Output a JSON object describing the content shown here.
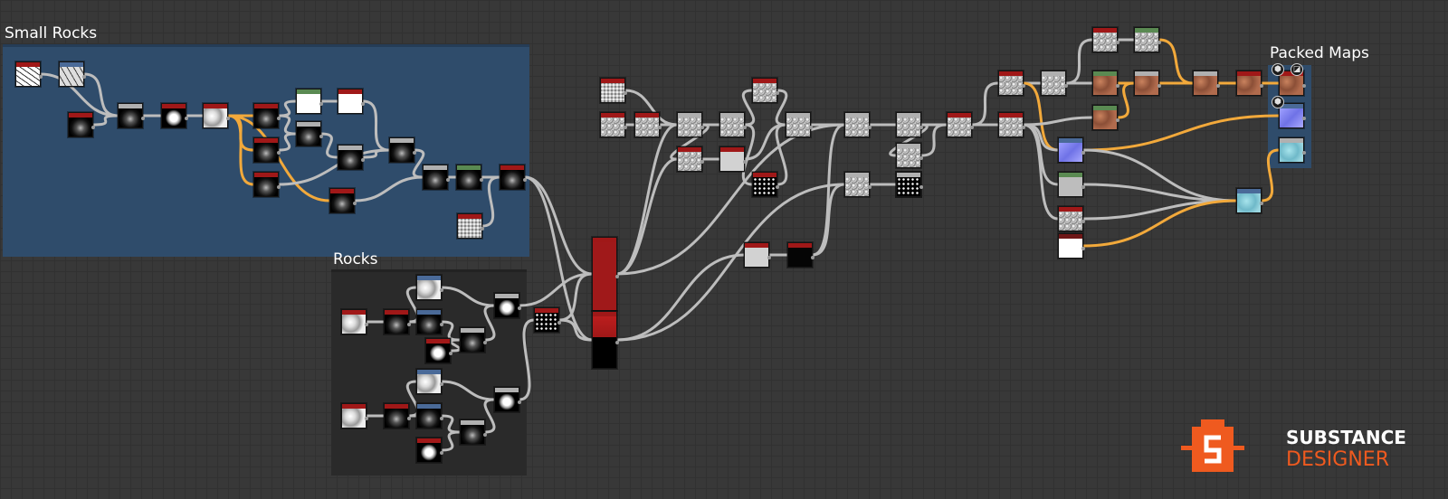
{
  "frames": [
    {
      "id": "small-rocks",
      "title": "Small Rocks",
      "color": "#2f4c6b"
    },
    {
      "id": "rocks",
      "title": "Rocks",
      "color": "#2a2a2a"
    },
    {
      "id": "packed-maps",
      "title": "Packed Maps",
      "color": "#2f4c6b"
    }
  ],
  "logo": {
    "line1": "SUBSTANCE",
    "line2": "DESIGNER",
    "brand_color": "#ef5a1f"
  },
  "palette": {
    "wire": "#bdbdbd",
    "wire_highlight": "#f2a93b",
    "header_red": "#a01818",
    "header_blue": "#4a6a98",
    "header_green": "#5a8a52",
    "header_gray": "#b0b0b0",
    "header_dark_red": "#6e1717"
  },
  "nodes": [
    {
      "id": "n1",
      "header": "header_red",
      "thumb": "t-crack",
      "icon": "crack-pattern-icon"
    },
    {
      "id": "n2",
      "header": "header_blue",
      "thumb": "t-cells",
      "icon": "cells-pattern-icon"
    },
    {
      "id": "n3",
      "header": "header_red",
      "thumb": "t-dark",
      "icon": "shape-icon"
    },
    {
      "id": "n4",
      "header": "header_gray",
      "thumb": "t-dark",
      "icon": "blur-icon"
    },
    {
      "id": "n5",
      "header": "header_red",
      "thumb": "t-blob",
      "icon": "mask-icon"
    },
    {
      "id": "n6",
      "header": "header_red",
      "thumb": "t-cloud",
      "icon": "distance-icon"
    },
    {
      "id": "n7",
      "header": "header_red",
      "thumb": "t-dark",
      "icon": "splatter-icon"
    },
    {
      "id": "n8",
      "header": "header_red",
      "thumb": "t-dark",
      "icon": "splatter-icon"
    },
    {
      "id": "n9",
      "header": "header_red",
      "thumb": "t-dark",
      "icon": "splatter-icon"
    },
    {
      "id": "n10",
      "header": "header_green",
      "thumb": "t-white",
      "icon": "fill-icon"
    },
    {
      "id": "n11",
      "header": "header_red",
      "thumb": "t-white",
      "icon": "mask-icon"
    },
    {
      "id": "n12",
      "header": "header_gray",
      "thumb": "t-dark",
      "icon": "blend-icon"
    },
    {
      "id": "n13",
      "header": "header_gray",
      "thumb": "t-dark",
      "icon": "blend-icon"
    },
    {
      "id": "n14",
      "header": "header_gray",
      "thumb": "t-dark",
      "icon": "blend-icon"
    },
    {
      "id": "n15",
      "header": "header_red",
      "thumb": "t-dark",
      "icon": "warp-icon"
    },
    {
      "id": "n16",
      "header": "header_gray",
      "thumb": "t-dark",
      "icon": "levels-icon"
    },
    {
      "id": "n17",
      "header": "header_green",
      "thumb": "t-dark",
      "icon": "levels-icon"
    },
    {
      "id": "n18",
      "header": "header_red",
      "thumb": "t-dark",
      "icon": "output-icon"
    },
    {
      "id": "n19",
      "header": "header_red",
      "thumb": "t-speckle",
      "icon": "noise-icon"
    },
    {
      "id": "n20",
      "header": "header_red",
      "thumb": "t-cloud",
      "icon": "clouds-icon"
    },
    {
      "id": "n21",
      "header": "header_red",
      "thumb": "t-dark",
      "icon": "warp-icon"
    },
    {
      "id": "n22",
      "header": "header_blue",
      "thumb": "t-cloud",
      "icon": "gradient-icon"
    },
    {
      "id": "n23",
      "header": "header_blue",
      "thumb": "t-dark",
      "icon": "gradient-icon"
    },
    {
      "id": "n24",
      "header": "header_red",
      "thumb": "t-blob",
      "icon": "shape-icon"
    },
    {
      "id": "n25",
      "header": "header_gray",
      "thumb": "t-dark",
      "icon": "blend-icon"
    },
    {
      "id": "n26",
      "header": "header_gray",
      "thumb": "t-blob",
      "icon": "blend-icon"
    },
    {
      "id": "n27",
      "header": "header_red",
      "thumb": "t-cloud",
      "icon": "clouds-icon"
    },
    {
      "id": "n28",
      "header": "header_red",
      "thumb": "t-dark",
      "icon": "warp-icon"
    },
    {
      "id": "n29",
      "header": "header_blue",
      "thumb": "t-cloud",
      "icon": "gradient-icon"
    },
    {
      "id": "n30",
      "header": "header_blue",
      "thumb": "t-dark",
      "icon": "gradient-icon"
    },
    {
      "id": "n31",
      "header": "header_red",
      "thumb": "t-blob",
      "icon": "shape-icon"
    },
    {
      "id": "n32",
      "header": "header_gray",
      "thumb": "t-dark",
      "icon": "blend-icon"
    },
    {
      "id": "n33",
      "header": "header_gray",
      "thumb": "t-blob",
      "icon": "blend-icon"
    },
    {
      "id": "n34",
      "header": "header_red",
      "thumb": "t-dots",
      "icon": "scatter-icon"
    },
    {
      "id": "n35",
      "header": "header_red",
      "thumb": "t-tallred",
      "icon": "tile-sampler-icon"
    },
    {
      "id": "n36",
      "header": "header_red",
      "thumb": "t-stripe",
      "icon": "tile-sampler-icon"
    },
    {
      "id": "n37",
      "header": "header_red",
      "thumb": "t-speckle",
      "icon": "grunge-icon"
    },
    {
      "id": "n38",
      "header": "header_red",
      "thumb": "t-noise",
      "icon": "noise-icon"
    },
    {
      "id": "n39",
      "header": "header_red",
      "thumb": "t-noise",
      "icon": "noise-icon"
    },
    {
      "id": "n40",
      "header": "header_gray",
      "thumb": "t-noise",
      "icon": "blend-icon"
    },
    {
      "id": "n41",
      "header": "header_gray",
      "thumb": "t-noise",
      "icon": "blend-icon"
    },
    {
      "id": "n42",
      "header": "header_red",
      "thumb": "t-noise",
      "icon": "warp-icon"
    },
    {
      "id": "n43",
      "header": "header_red",
      "thumb": "t-lightgray",
      "icon": "levels-icon"
    },
    {
      "id": "n44",
      "header": "header_red",
      "thumb": "t-noise",
      "icon": "slope-blur-icon"
    },
    {
      "id": "n45",
      "header": "header_red",
      "thumb": "t-dots",
      "icon": "scatter-icon"
    },
    {
      "id": "n46",
      "header": "header_gray",
      "thumb": "t-noise",
      "icon": "blend-icon"
    },
    {
      "id": "n47",
      "header": "header_gray",
      "thumb": "t-noise",
      "icon": "blend-icon"
    },
    {
      "id": "n48",
      "header": "header_gray",
      "thumb": "t-noise",
      "icon": "blend-icon"
    },
    {
      "id": "n49",
      "header": "header_gray",
      "thumb": "t-noise",
      "icon": "blend-icon"
    },
    {
      "id": "n50",
      "header": "header_gray",
      "thumb": "t-noise",
      "icon": "blend-icon"
    },
    {
      "id": "n51",
      "header": "header_red",
      "thumb": "t-lightgray",
      "icon": "levels-icon"
    },
    {
      "id": "n52",
      "header": "header_gray",
      "thumb": "t-dots",
      "icon": "blend-icon"
    },
    {
      "id": "n53",
      "header": "header_red",
      "thumb": "t-noise",
      "icon": "height-blend-icon"
    },
    {
      "id": "n54",
      "header": "header_red",
      "thumb": "t-lightgray",
      "icon": "levels-icon"
    },
    {
      "id": "n55",
      "header": "header_red",
      "thumb": "t-black",
      "icon": "fill-icon"
    },
    {
      "id": "n56",
      "header": "header_red",
      "thumb": "t-noise",
      "icon": "height-output-icon"
    },
    {
      "id": "n57",
      "header": "header_red",
      "thumb": "t-noise",
      "icon": "curvature-icon"
    },
    {
      "id": "n58",
      "header": "header_gray",
      "thumb": "t-noise",
      "icon": "ao-icon"
    },
    {
      "id": "n59",
      "header": "header_red",
      "thumb": "t-noise",
      "icon": "levels-icon"
    },
    {
      "id": "n60",
      "header": "header_green",
      "thumb": "t-noise",
      "icon": "gradient-map-icon"
    },
    {
      "id": "n61",
      "header": "header_green",
      "thumb": "t-brown",
      "icon": "gradient-map-icon"
    },
    {
      "id": "n62",
      "header": "header_green",
      "thumb": "t-brown",
      "icon": "gradient-map-icon"
    },
    {
      "id": "n63",
      "header": "header_gray",
      "thumb": "t-brown",
      "icon": "blend-icon"
    },
    {
      "id": "n64",
      "header": "header_gray",
      "thumb": "t-brown",
      "icon": "blend-icon"
    },
    {
      "id": "n65",
      "header": "header_red",
      "thumb": "t-brown",
      "icon": "hsl-icon"
    },
    {
      "id": "n66",
      "header": "header_blue",
      "thumb": "t-normal",
      "icon": "normal-icon"
    },
    {
      "id": "n67",
      "header": "header_green",
      "thumb": "t-gray",
      "icon": "roughness-icon"
    },
    {
      "id": "n68",
      "header": "header_red",
      "thumb": "t-noise",
      "icon": "metallic-icon"
    },
    {
      "id": "n69",
      "header": "header_dark_red",
      "thumb": "t-white",
      "icon": "uniform-color-icon"
    },
    {
      "id": "n70",
      "header": "header_blue",
      "thumb": "t-cyan",
      "icon": "rgba-merge-icon"
    },
    {
      "id": "n71",
      "header": "header_red",
      "thumb": "t-brown",
      "icon": "basecolor-output-icon"
    },
    {
      "id": "n72",
      "header": "header_blue",
      "thumb": "t-normal",
      "icon": "normal-output-icon"
    },
    {
      "id": "n73",
      "header": "header_gray",
      "thumb": "t-cyan",
      "icon": "packed-output-icon"
    }
  ],
  "output_icons": [
    {
      "id": "o1",
      "glyph": "⬢",
      "icon": "cube-icon"
    },
    {
      "id": "o2",
      "glyph": "◪",
      "icon": "checker-icon"
    },
    {
      "id": "o3",
      "glyph": "⬢",
      "icon": "cube-icon"
    }
  ]
}
